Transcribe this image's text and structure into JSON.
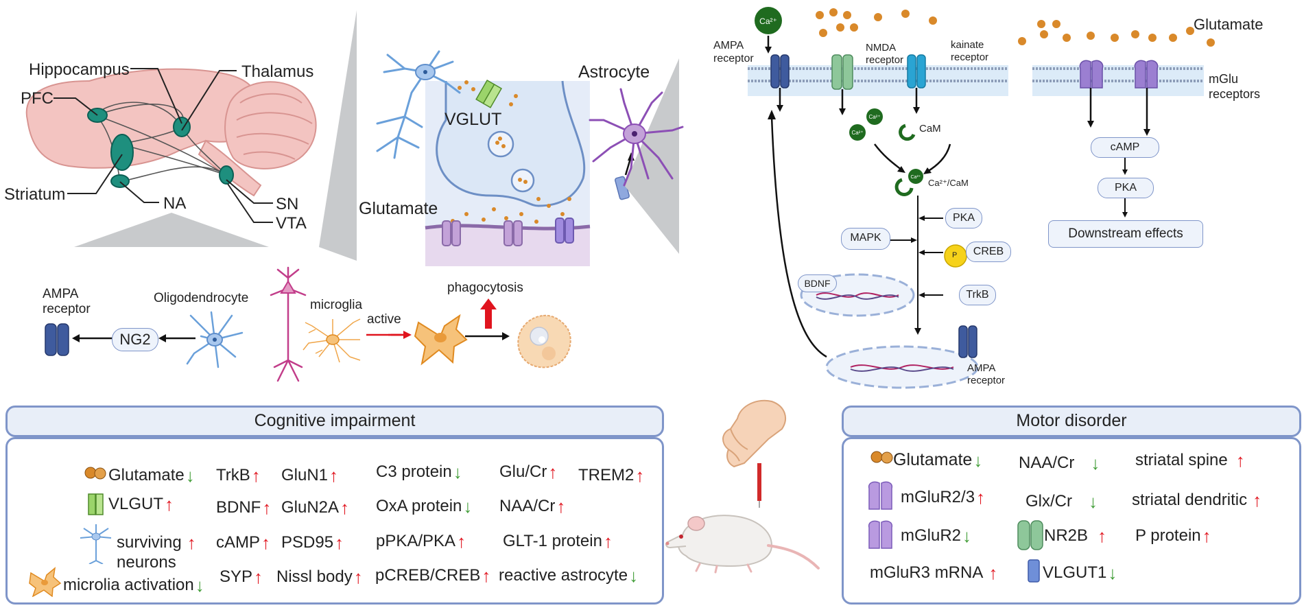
{
  "brain": {
    "regions": [
      "Hippocampus",
      "Thalamus",
      "PFC",
      "Striatum",
      "NA",
      "SN",
      "VTA"
    ]
  },
  "synapse": {
    "vglut": "VGLUT",
    "astrocyte": "Astrocyte",
    "glutamate": "Glutamate"
  },
  "pathway": {
    "ampa": [
      "AMPA",
      "receptor"
    ],
    "nmda": [
      "NMDA",
      "receptor"
    ],
    "kainate": [
      "kainate",
      "receptor"
    ],
    "ca": "Ca²⁺",
    "cam": "CaM",
    "ca_cam": "Ca²⁺/CaM",
    "pka": "PKA",
    "mapk": "MAPK",
    "p": "P",
    "creb": "CREB",
    "bdnf": "BDNF",
    "trkb": "TrkB",
    "ampa_bottom": [
      "AMPA",
      "receptor"
    ]
  },
  "mglu": {
    "glutamate": "Glutamate",
    "receptors": [
      "mGlu",
      "receptors"
    ],
    "camp": "cAMP",
    "pka": "PKA",
    "downstream": "Downstream effects"
  },
  "cells": {
    "ampa": [
      "AMPA",
      "receptor"
    ],
    "ng2": "NG2",
    "oligo": "Oligodendrocyte",
    "microglia": "microglia",
    "active": "active",
    "phagocytosis": "phagocytosis"
  },
  "cognitive": {
    "title": "Cognitive impairment",
    "items": [
      {
        "text": "Glutamate",
        "dir": "down"
      },
      {
        "text": "VLGUT",
        "dir": "up"
      },
      {
        "text": "surviving",
        "dir": "up"
      },
      {
        "text": "neurons",
        "dir": ""
      },
      {
        "text": "microlia activation",
        "dir": "down"
      },
      {
        "text": "TrkB",
        "dir": "up"
      },
      {
        "text": "BDNF",
        "dir": "up"
      },
      {
        "text": "cAMP",
        "dir": "up"
      },
      {
        "text": "SYP",
        "dir": "up"
      },
      {
        "text": "GluN1",
        "dir": "up"
      },
      {
        "text": "GluN2A",
        "dir": "up"
      },
      {
        "text": "PSD95",
        "dir": "up"
      },
      {
        "text": "Nissl body",
        "dir": "up"
      },
      {
        "text": "C3 protein",
        "dir": "down"
      },
      {
        "text": "OxA protein",
        "dir": "down"
      },
      {
        "text": "pPKA/PKA",
        "dir": "up"
      },
      {
        "text": "pCREB/CREB",
        "dir": "up"
      },
      {
        "text": "Glu/Cr",
        "dir": "up"
      },
      {
        "text": "NAA/Cr",
        "dir": "up"
      },
      {
        "text": "GLT-1 protein",
        "dir": "up"
      },
      {
        "text": "reactive astrocyte",
        "dir": "down"
      },
      {
        "text": "TREM2",
        "dir": "up"
      }
    ]
  },
  "motor": {
    "title": "Motor disorder",
    "items": [
      {
        "text": "Glutamate",
        "dir": "down"
      },
      {
        "text": "mGluR2/3",
        "dir": "up"
      },
      {
        "text": "mGluR2",
        "dir": "down"
      },
      {
        "text": "mGluR3 mRNA",
        "dir": "up"
      },
      {
        "text": "NAA/Cr",
        "dir": "down"
      },
      {
        "text": "Glx/Cr",
        "dir": "down"
      },
      {
        "text": "NR2B",
        "dir": "up"
      },
      {
        "text": "VLGUT1",
        "dir": "down"
      },
      {
        "text": "striatal spine",
        "dir": "up"
      },
      {
        "text": "striatal dendritic",
        "dir": "up"
      },
      {
        "text": "P protein",
        "dir": "up"
      }
    ]
  },
  "colors": {
    "border": "#7f95c9",
    "up": "#e0141e",
    "down": "#3f9c35",
    "glutamate_dot": "#d9892a",
    "receptor_purple": "#9b7fd1",
    "ca_green": "#1f6b1f"
  },
  "icons": [
    "brain-sagittal-icon",
    "neuron-icon",
    "astrocyte-icon",
    "synapse-icon",
    "receptor-icon",
    "oligodendrocyte-icon",
    "microglia-icon",
    "macrophage-icon",
    "mouse-icon",
    "hand-syringe-icon"
  ]
}
